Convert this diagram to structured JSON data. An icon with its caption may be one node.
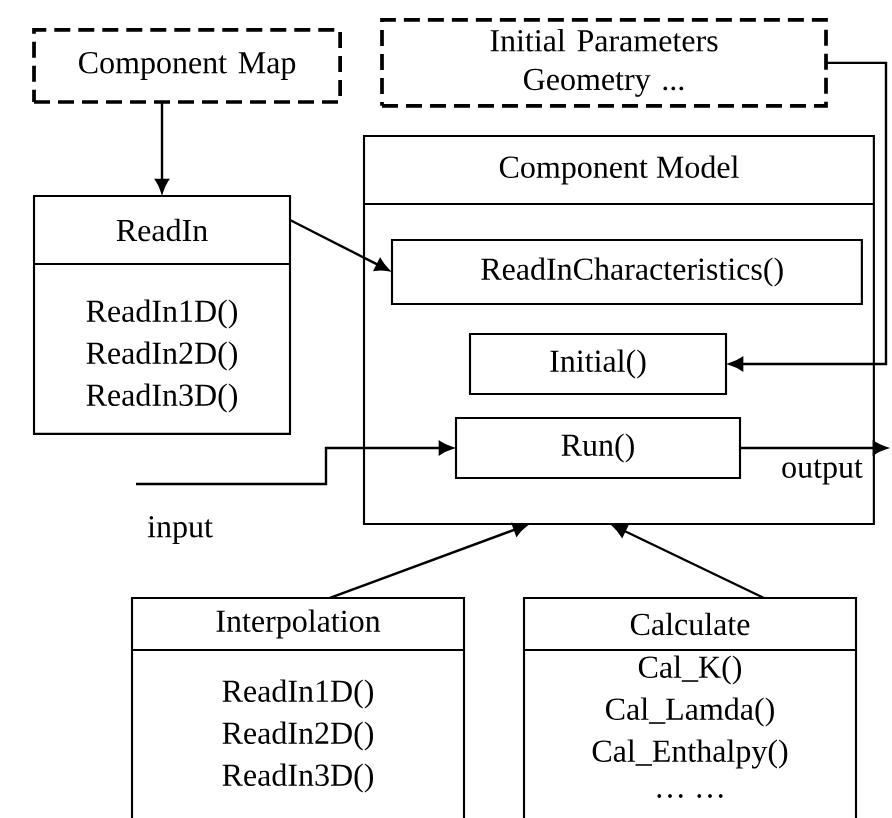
{
  "diagram": {
    "nodes": [
      {
        "text": [
          "Component Map"
        ]
      },
      {
        "text": [
          "Initial Parameters Geometry ..."
        ]
      },
      {
        "text": [
          "ReadIn",
          "ReadIn1D()",
          "ReadIn2D()",
          "ReadIn3D()"
        ]
      },
      {
        "text": [
          "Component Model"
        ]
      },
      {
        "text": [
          "ReadInCharacteristics()"
        ],
        "in": 3
      },
      {
        "text": [
          "Initial()"
        ],
        "in": 3
      },
      {
        "text": [
          "Run()"
        ],
        "in": 3
      },
      {
        "text": [
          "Interpolation",
          "ReadIn1D()",
          "ReadIn2D()",
          "ReadIn3D()"
        ]
      },
      {
        "text": [
          "Calculate",
          "Cal_K()",
          "Cal_Lamda()",
          "Cal_Enthalpy()",
          "… …"
        ]
      }
    ],
    "edges": [
      {
        "from": 0,
        "to": 2,
        "arrow": "to"
      },
      {
        "from": 2,
        "to": 4,
        "arrow": "to"
      },
      {
        "from": 1,
        "to": 5,
        "arrow": "to"
      },
      {
        "from": null,
        "to": 6,
        "arrow": "to",
        "label": "input"
      },
      {
        "from": 6,
        "to": null,
        "arrow": "to",
        "label": "output"
      },
      {
        "from": 7,
        "to": 3,
        "arrow": "to"
      },
      {
        "from": 8,
        "to": 3,
        "arrow": "to"
      }
    ]
  }
}
